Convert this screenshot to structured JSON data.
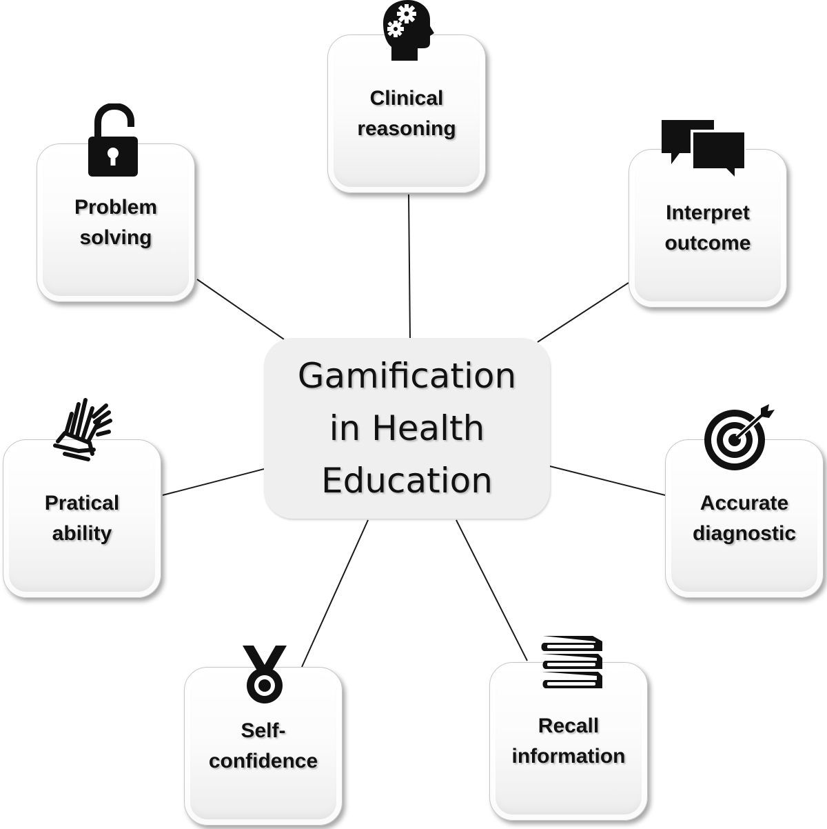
{
  "center": {
    "lines": [
      "Gamification",
      "in Health",
      "Education"
    ]
  },
  "nodes": [
    {
      "lines": [
        "Clinical",
        "reasoning"
      ],
      "icon": "head-gears-icon"
    },
    {
      "lines": [
        "Problem",
        "solving"
      ],
      "icon": "open-padlock-icon"
    },
    {
      "lines": [
        "Interpret",
        "outcome"
      ],
      "icon": "speech-bubbles-icon"
    },
    {
      "lines": [
        "Pratical",
        "ability"
      ],
      "icon": "clapping-hands-icon"
    },
    {
      "lines": [
        "Accurate",
        "diagnostic"
      ],
      "icon": "target-arrow-icon"
    },
    {
      "lines": [
        "Self-",
        "confidence"
      ],
      "icon": "medal-icon"
    },
    {
      "lines": [
        "Recall",
        "information"
      ],
      "icon": "stacked-books-icon"
    }
  ],
  "colors": {
    "center_fill": "#efefef",
    "node_fill": "#fbfbfb",
    "connector": "#1a1a1a",
    "icon": "#111111"
  }
}
